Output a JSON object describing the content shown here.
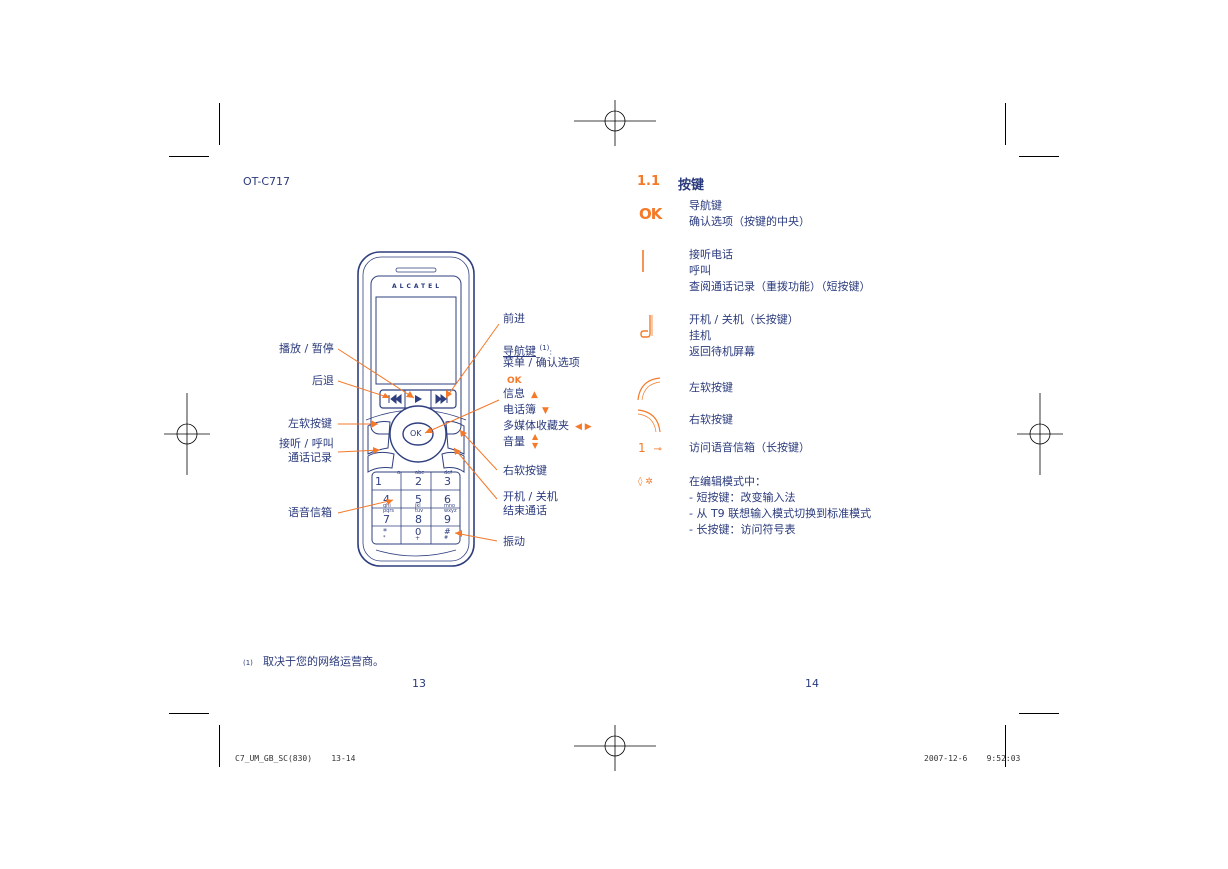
{
  "left_page": {
    "model": "OT-C717",
    "page_number": "13",
    "footnote_marker": "(1)",
    "footnote_text": "取决于您的网络运营商。",
    "phone": {
      "brand": "ALCATEL",
      "ok_label": "OK",
      "keypad": [
        {
          "num": "1",
          "sub": "ɑ"
        },
        {
          "num": "2",
          "sub": "abc"
        },
        {
          "num": "3",
          "sub": "def"
        },
        {
          "num": "4",
          "sub": "ghi"
        },
        {
          "num": "5",
          "sub": "jkl"
        },
        {
          "num": "6",
          "sub": "mno"
        },
        {
          "num": "7",
          "sub": "pqrs"
        },
        {
          "num": "8",
          "sub": "tuv"
        },
        {
          "num": "9",
          "sub": "wxyz"
        },
        {
          "num": "*",
          "sub": "*"
        },
        {
          "num": "0",
          "sub": "+"
        },
        {
          "num": "#",
          "sub": "#"
        }
      ]
    },
    "callouts": {
      "play_pause": "播放 / 暂停",
      "back": "后退",
      "left_softkey": "左软按键",
      "answer_call_line1": "接听 / 呼叫",
      "answer_call_line2": "通话记录",
      "voicemail": "语音信箱",
      "forward": "前进",
      "nav_key": "导航键",
      "nav_key_sup": "(1)",
      "nav_key_colon": ":",
      "menu_confirm": "菜单 / 确认选项",
      "ok_glyph": "OK",
      "messages": "信息",
      "phonebook": "电话簿",
      "media": "多媒体收藏夹",
      "volume": "音量",
      "right_softkey": "右软按键",
      "power_line1": "开机 / 关机",
      "power_line2": "结束通话",
      "vibrate": "振动"
    }
  },
  "right_page": {
    "page_number": "14",
    "section_number": "1.1",
    "section_title": "按键",
    "keys": [
      {
        "icon": "ok-icon",
        "lines": [
          "导航键",
          "确认选项（按键的中央）"
        ]
      },
      {
        "icon": "send-key-icon",
        "lines": [
          "接听电话",
          "呼叫",
          "查阅通话记录（重拨功能）（短按键）"
        ]
      },
      {
        "icon": "end-key-icon",
        "lines": [
          "开机 / 关机（长按键）",
          "挂机",
          "返回待机屏幕"
        ]
      },
      {
        "icon": "left-softkey-icon",
        "lines": [
          "左软按键"
        ]
      },
      {
        "icon": "right-softkey-icon",
        "lines": [
          "右软按键"
        ]
      },
      {
        "icon": "voicemail-key-icon",
        "lines": [
          "访问语音信箱（长按键）"
        ]
      },
      {
        "icon": "star-key-icon",
        "lines": [
          "在编辑模式中：",
          "- 短按键：改变输入法",
          "- 从 T9 联想输入模式切换到标准模式",
          "- 长按键：访问符号表"
        ]
      }
    ]
  },
  "slug": {
    "left": "C7_UM_GB_SC(830)    13-14",
    "right": "2007-12-6    9:52:03"
  }
}
